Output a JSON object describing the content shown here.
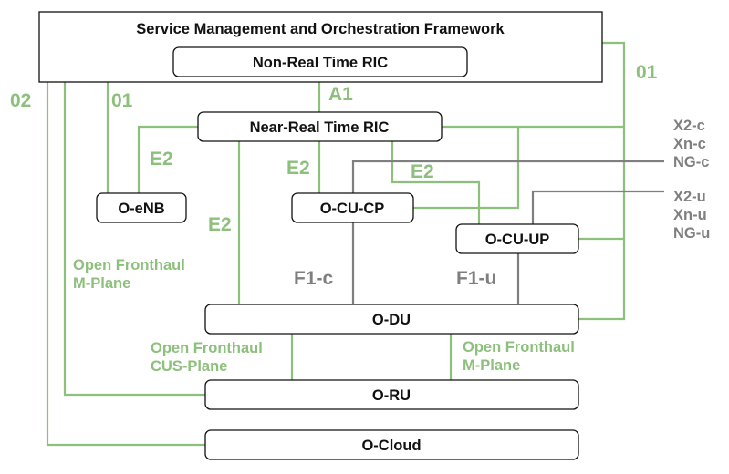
{
  "colors": {
    "green": "#8dc07c",
    "gray": "#7f7f7f",
    "box_border": "#111111",
    "text": "#111111"
  },
  "nodes": {
    "smo": "Service Management and Orchestration Framework",
    "non_rt_ric": "Non-Real Time RIC",
    "near_rt_ric": "Near-Real Time RIC",
    "o_enb": "O-eNB",
    "o_cu_cp": "O-CU-CP",
    "o_cu_up": "O-CU-UP",
    "o_du": "O-DU",
    "o_ru": "O-RU",
    "o_cloud": "O-Cloud"
  },
  "interfaces": {
    "o1_left": "01",
    "o1_right": "01",
    "o2": "02",
    "a1": "A1",
    "e2_enb": "E2",
    "e2_cucp": "E2",
    "e2_cuup": "E2",
    "e2_du": "E2",
    "f1_c": "F1-c",
    "f1_u": "F1-u",
    "x2_c": "X2-c",
    "xn_c": "Xn-c",
    "ng_c": "NG-c",
    "x2_u": "X2-u",
    "xn_u": "Xn-u",
    "ng_u": "NG-u",
    "fh_mplane_left_1": "Open Fronthaul",
    "fh_mplane_left_2": "M-Plane",
    "fh_cus_1": "Open Fronthaul",
    "fh_cus_2": "CUS-Plane",
    "fh_mplane_right_1": "Open Fronthaul",
    "fh_mplane_right_2": "M-Plane"
  }
}
